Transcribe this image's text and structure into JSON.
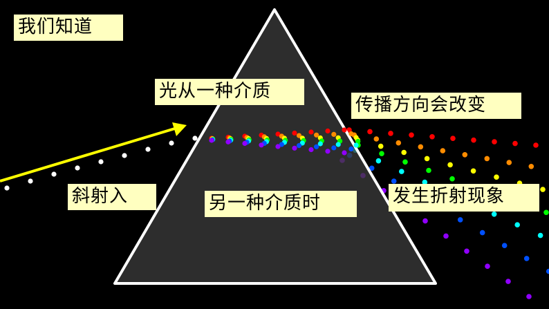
{
  "labels": {
    "we_know": "我们知道",
    "light_from_medium": "光从一种介质",
    "direction_changes": "传播方向会改变",
    "oblique_incidence": "斜射入",
    "another_medium": "另一种介质时",
    "refraction_occurs": "发生折射现象"
  },
  "colors": {
    "background": "#000000",
    "label_bg": "#ffffc0",
    "prism_fill": "#3a3a3a",
    "prism_edge": "#ffffff",
    "arrow": "#ffff00",
    "incident_dots": "#ffffff",
    "spectrum": [
      "#ff0000",
      "#ff8c00",
      "#ffff00",
      "#00ff00",
      "#00ffff",
      "#0050ff",
      "#9000ff"
    ]
  }
}
